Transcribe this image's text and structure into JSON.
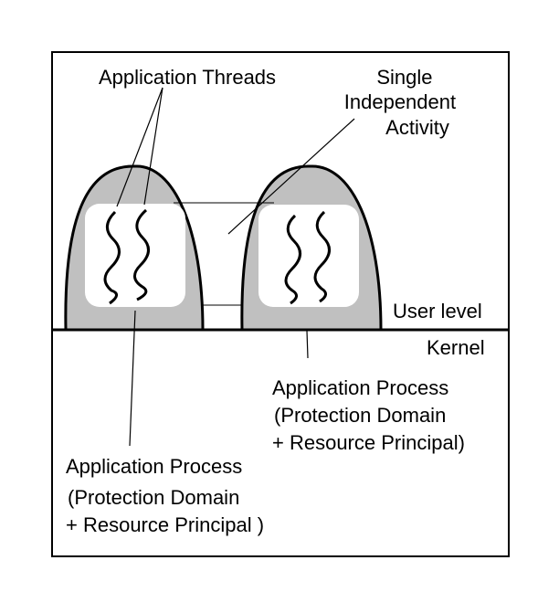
{
  "labels": {
    "application_threads": "Application Threads",
    "single_activity": [
      "Single",
      "Independent",
      "Activity"
    ],
    "user_level": "User level",
    "kernel": "Kernel",
    "process_right": [
      "Application Process",
      "(Protection Domain",
      "+ Resource Principal)"
    ],
    "process_left": [
      "Application Process",
      "(Protection Domain",
      "+ Resource Principal )"
    ]
  },
  "colors": {
    "process_fill": "#c0c0c0",
    "activity_fill": "#ffffff",
    "stroke": "#000000"
  }
}
